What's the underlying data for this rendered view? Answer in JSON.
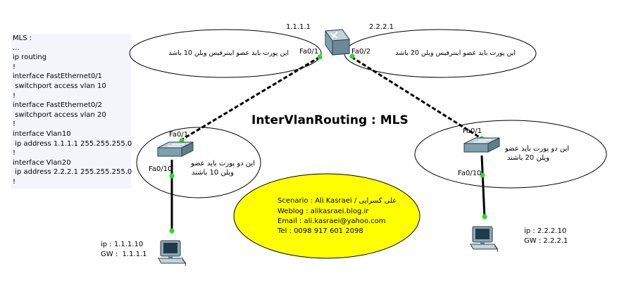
{
  "config": {
    "lines": [
      "MLS :",
      "...",
      "ip routing",
      "!",
      "interface FastEthernet0/1",
      " switchport access vlan 10",
      "!",
      "interface FastEthernet0/2",
      " switchport access vlan 20",
      "!",
      "interface Vlan10",
      " ip address 1.1.1.1 255.255.255.0",
      "!",
      "interface Vlan20",
      " ip address 2.2.2.1 255.255.255.0",
      "!"
    ]
  },
  "title": "InterVlanRouting : MLS",
  "mls": {
    "ip_left": "1.1.1.1",
    "ip_right": "2.2.2.1",
    "port_left": "Fa0/1",
    "port_right": "Fa0/2",
    "note_left": "این پورت باید عضو اینترفیس ویلن 10 باشد",
    "note_right": "این پورت باید عضو اینترفیس ویلن 20 باشد"
  },
  "switch_left": {
    "port_up": "Fa0/1",
    "port_down": "Fa0/10",
    "note_line1": "این دو پورت باید عضو",
    "note_line2": "ویلن 10 باشند"
  },
  "switch_right": {
    "port_up": "Fa0/1",
    "port_down": "Fa0/10",
    "note_line1": "این دو پورت باید عضو",
    "note_line2": "ویلن 20 باشند"
  },
  "pc_left": {
    "ip": "ip : 1.1.1.10",
    "gw": "GW :  1.1.1.1"
  },
  "pc_right": {
    "ip": "ip : 2.2.2.10",
    "gw": "GW : 2.2.2.1"
  },
  "credits": {
    "scenario": "Scenario : Ali Kasraei / علی کسرایی",
    "weblog": "Weblog : alikasraei.blog.ir",
    "email": "Email : ali.kasraei@yahoo.com",
    "tel": "Tel : 0098 917 601 2098"
  },
  "colors": {
    "link_dot": "#22dd22",
    "ellipse_yellow": "#ffff00",
    "switch_fill": "#7f9fad",
    "config_bg": "#f3f5fb"
  }
}
